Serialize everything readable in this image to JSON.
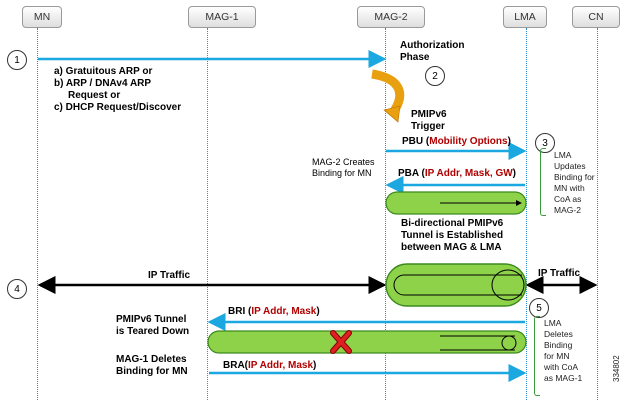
{
  "entities": [
    "MN",
    "MAG-1",
    "MAG-2",
    "LMA",
    "CN"
  ],
  "steps": [
    "1",
    "2",
    "3",
    "4",
    "5"
  ],
  "step1_options": [
    "a) Gratuitous ARP or",
    "b) ARP / DNAv4 ARP",
    "Request or",
    "c) DHCP Request/Discover"
  ],
  "auth_phase": [
    "Authorization",
    "Phase"
  ],
  "pmip_trigger": [
    "PMIPv6",
    "Trigger"
  ],
  "pbu": {
    "label": "PBU (",
    "detail": "Mobility Options",
    "close": ")"
  },
  "mag2_creates": [
    "MAG-2 Creates",
    "Binding for MN"
  ],
  "pba": {
    "label": "PBA (",
    "detail": "IP Addr, Mask, GW",
    "close": ")"
  },
  "tunnel_established": [
    "Bi-directional PMIPv6",
    "Tunnel is Established",
    "between MAG & LMA"
  ],
  "lma_updates": [
    "LMA",
    "Updates",
    "Binding for",
    "MN with",
    "CoA as",
    "MAG-2"
  ],
  "ip_traffic": "IP Traffic",
  "bri": {
    "label": "BRI (",
    "detail": "IP Addr, Mask",
    "close": ")"
  },
  "tunnel_torn": [
    "PMIPv6 Tunnel",
    "is Teared Down"
  ],
  "lma_deletes": [
    "LMA",
    "Deletes",
    "Binding",
    "for MN",
    "with CoA",
    "as MAG-1"
  ],
  "mag1_deletes": [
    "MAG-1 Deletes",
    "Binding for MN"
  ],
  "bra": {
    "label": "BRA(",
    "detail": "IP Addr, Mask",
    "close": ")"
  },
  "figure_id": "334802",
  "colors": {
    "arrow": "#1ba7e0",
    "tunnel": "#8ed24a",
    "tunnel_edge": "#3c8a1e",
    "lifeline": "#2c8fd3",
    "emph": "#b00000",
    "cross": "#d81818",
    "curve": "#e8a010"
  }
}
